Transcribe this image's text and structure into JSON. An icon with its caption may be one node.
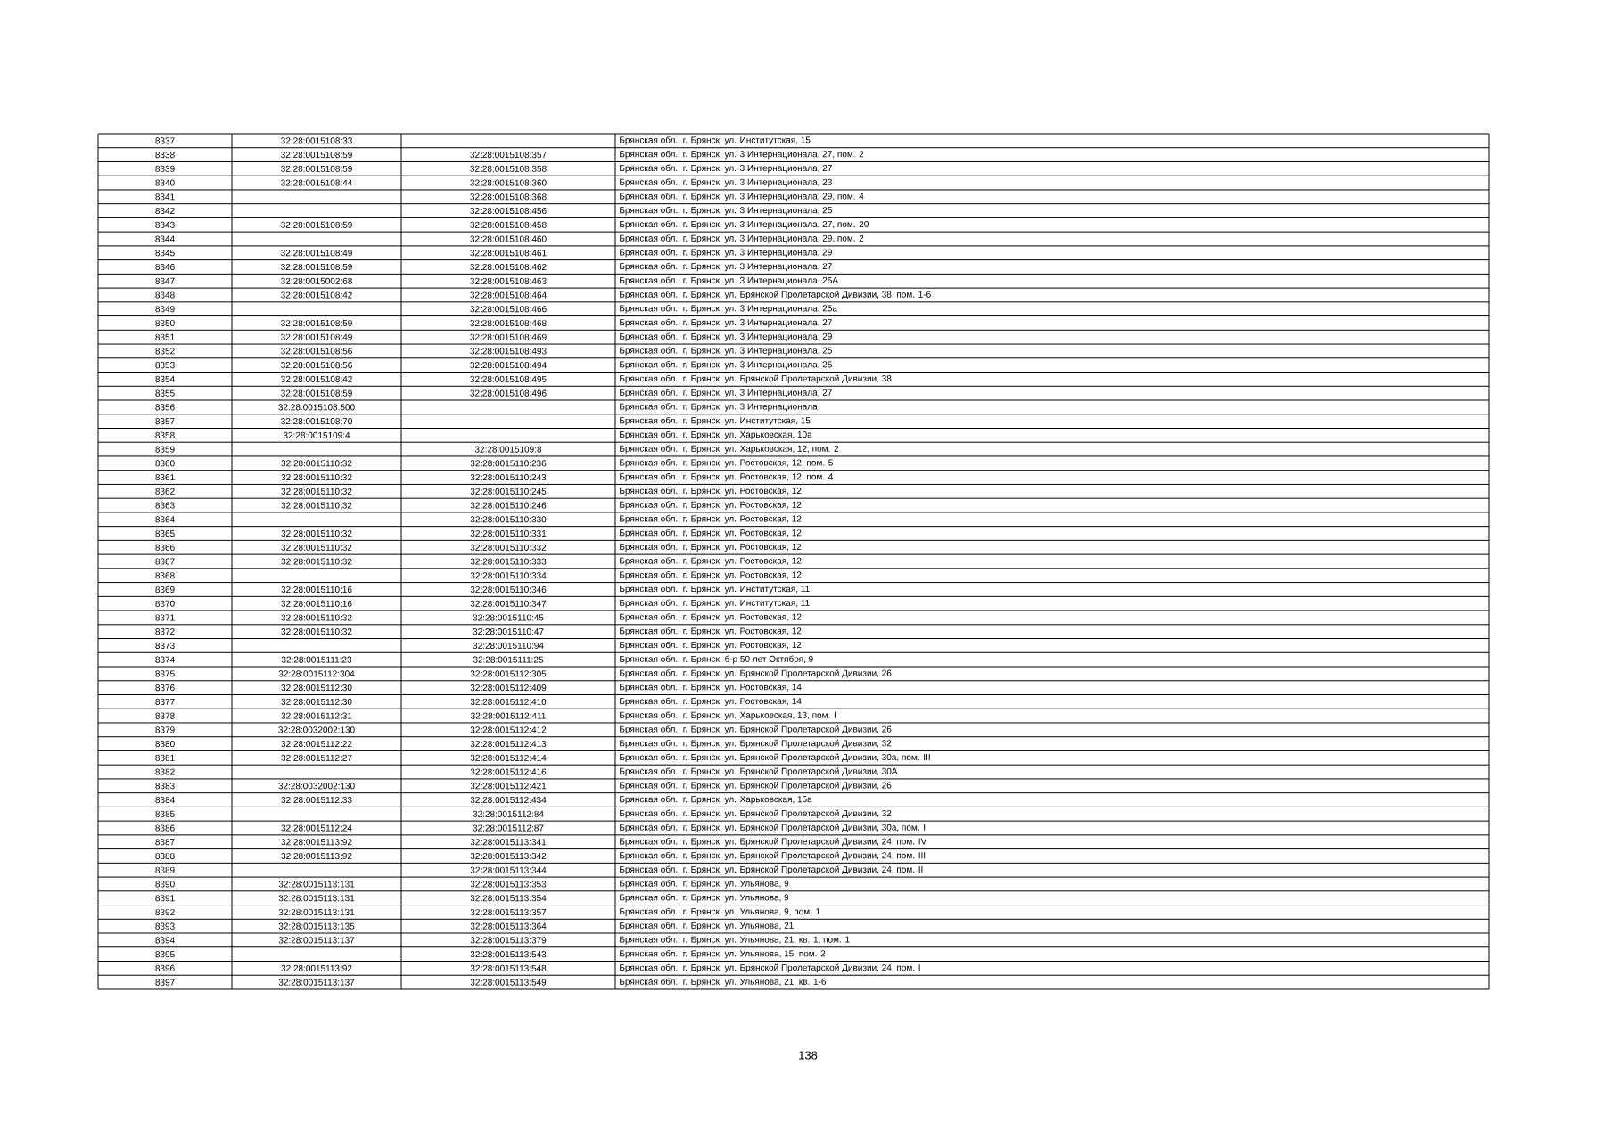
{
  "diagram": {
    "labels": [
      "8337",
      "32:28:0015108:33",
      "Брянская обл., г. Брянск, ул. Институтская, 15",
      "8338",
      "32:28:0015108:59",
      "32:28:0015108:357",
      "Брянская обл., г. Брянск, ул. 3 Интернационала, 27, пом. 2",
      "8339",
      "32:28:0015108:59",
      "32:28:0015108:358",
      "Брянская обл., г. Брянск, ул. 3 Интернационала, 27",
      "8340",
      "32:28:0015108:44",
      "32:28:0015108:360",
      "Брянская обл., г. Брянск, ул. 3 Интернационала, 23",
      "8341",
      "32:28:0015108:368",
      "Брянская обл., г. Брянск, ул. 3 Интернационала, 29, пом. 4",
      "8342",
      "32:28:0015108:456",
      "Брянская обл., г. Брянск, ул. 3 Интернационала, 25",
      "8343",
      "32:28:0015108:59",
      "32:28:0015108:458",
      "Брянская обл., г. Брянск, ул. 3 Интернационала, 27, пом. 20",
      "8344",
      "32:28:0015108:460",
      "Брянская обл., г. Брянск, ул. 3 Интернационала, 29, пом. 2",
      "8345",
      "32:28:0015108:49",
      "32:28:0015108:461",
      "Брянская обл., г. Брянск, ул. 3 Интернационала, 29",
      "8346",
      "32:28:0015108:59",
      "32:28:0015108:462",
      "Брянская обл., г. Брянск, ул. 3 Интернационала, 27",
      "8347",
      "32:28:0015002:68",
      "32:28:0015108:463",
      "Брянская обл., г. Брянск, ул. 3 Интернационала, 25А",
      "8348",
      "32:28:0015108:42",
      "32:28:0015108:464",
      "Брянская обл., г. Брянск, ул. Брянской Пролетарской Дивизии, 38, пом. 1-6",
      "8349",
      "32:28:0015108:466",
      "Брянская обл., г. Брянск, ул. 3 Интернационала, 25а",
      "8350",
      "32:28:0015108:59",
      "32:28:0015108:468",
      "Брянская обл., г. Брянск, ул. 3 Интернационала, 27",
      "8351",
      "32:28:0015108:49",
      "32:28:0015108:469",
      "Брянская обл., г. Брянск, ул. 3 Интернационала, 29",
      "8352",
      "32:28:0015108:56",
      "32:28:0015108:493",
      "Брянская обл., г. Брянск, ул. 3 Интернационала, 25",
      "8353",
      "32:28:0015108:56",
      "32:28:0015108:494",
      "Брянская обл., г. Брянск, ул. 3 Интернационала, 25",
      "8354",
      "32:28:0015108:42",
      "32:28:0015108:495",
      "Брянская обл., г. Брянск, ул. Брянской Пролетарской Дивизии, 38",
      "8355",
      "32:28:0015108:59",
      "32:28:0015108:496",
      "Брянская обл., г. Брянск, ул. 3 Интернационала, 27",
      "8356",
      "32:28:0015108:500",
      "Брянская обл., г. Брянск, ул. 3 Интернационала",
      "8357",
      "32:28:0015108:70",
      "Брянская обл., г. Брянск, ул. Институтская, 15",
      "8358",
      "32:28:0015109:4",
      "Брянская обл., г. Брянск, ул. Харьковская, 10а",
      "8359",
      "32:28:0015109:8",
      "Брянская обл., г. Брянск, ул. Харьковская, 12, пом. 2",
      "8360",
      "32:28:0015110:32",
      "32:28:0015110:236",
      "Брянская обл., г. Брянск, ул. Ростовская, 12, пом. 5",
      "8361",
      "32:28:0015110:32",
      "32:28:0015110:243",
      "Брянская обл., г. Брянск, ул. Ростовская, 12, пом. 4",
      "8362",
      "32:28:0015110:32",
      "32:28:0015110:245",
      "Брянская обл., г. Брянск, ул. Ростовская, 12",
      "8363",
      "32:28:0015110:32",
      "32:28:0015110:246",
      "Брянская обл., г. Брянск, ул. Ростовская, 12",
      "8364",
      "32:28:0015110:330",
      "Брянская обл., г. Брянск, ул. Ростовская, 12",
      "8365",
      "32:28:0015110:32",
      "32:28:0015110:331",
      "Брянская обл., г. Брянск, ул. Ростовская, 12",
      "8366",
      "32:28:0015110:32",
      "32:28:0015110:332",
      "Брянская обл., г. Брянск, ул. Ростовская, 12",
      "8367",
      "32:28:0015110:32",
      "32:28:0015110:333",
      "Брянская обл., г. Брянск, ул. Ростовская, 12",
      "8368",
      "32:28:0015110:334",
      "Брянская обл., г. Брянск, ул. Ростовская, 12",
      "8369",
      "32:28:0015110:16",
      "32:28:0015110:346",
      "Брянская обл., г. Брянск, ул. Институтская, 11",
      "8370",
      "32:28:0015110:16",
      "32:28:0015110:347",
      "Брянская обл., г. Брянск, ул. Институтская, 11",
      "8371",
      "32:28:0015110:32",
      "32:28:0015110:45",
      "Брянская обл., г. Брянск, ул. Ростовская, 12",
      "8372",
      "32:28:0015110:32",
      "32:28:0015110:47",
      "Брянская обл., г. Брянск, ул. Ростовская, 12",
      "8373",
      "32:28:0015110:94",
      "Брянская обл., г. Брянск, ул. Ростовская, 12",
      "8374",
      "32:28:0015111:23",
      "32:28:0015111:25",
      "Брянская обл., г. Брянск, б-р 50 лет Октября, 9",
      "8375",
      "32:28:0015112:304",
      "32:28:0015112:305",
      "Брянская обл., г. Брянск, ул. Брянской Пролетарской Дивизии, 26",
      "8376",
      "32:28:0015112:30",
      "32:28:0015112:409",
      "Брянская обл., г. Брянск, ул. Ростовская, 14",
      "8377",
      "32:28:0015112:30",
      "32:28:0015112:410",
      "Брянская обл., г. Брянск, ул. Ростовская, 14",
      "8378",
      "32:28:0015112:31",
      "32:28:0015112:411",
      "Брянская обл., г. Брянск, ул. Харьковская, 13, пом. I",
      "8379",
      "32:28:0032002:130",
      "32:28:0015112:412",
      "Брянская обл., г. Брянск, ул. Брянской Пролетарской Дивизии, 26",
      "8380",
      "32:28:0015112:22",
      "32:28:0015112:413",
      "Брянская обл., г. Брянск, ул. Брянской Пролетарской Дивизии, 32",
      "8381",
      "32:28:0015112:27",
      "32:28:0015112:414",
      "Брянская обл., г. Брянск, ул. Брянской Пролетарской Дивизии, 30а, пом. III",
      "8382",
      "32:28:0015112:416",
      "Брянская обл., г. Брянск, ул. Брянской Пролетарской Дивизии, 30А",
      "8383",
      "32:28:0032002:130",
      "32:28:0015112:421",
      "Брянская обл., г. Брянск, ул. Брянской Пролетарской Дивизии, 26",
      "8384",
      "32:28:0015112:33",
      "32:28:0015112:434",
      "Брянская обл., г. Брянск, ул. Харьковская, 15а",
      "8385",
      "32:28:0015112:84",
      "Брянская обл., г. Брянск, ул. Брянской Пролетарской Дивизии, 32",
      "8386",
      "32:28:0015112:24",
      "32:28:0015112:87",
      "Брянская обл., г. Брянск, ул. Брянской Пролетарской Дивизии, 30а, пом. I",
      "8387",
      "32:28:0015113:92",
      "32:28:0015113:341",
      "Брянская обл., г. Брянск, ул. Брянской Пролетарской Дивизии, 24, пом. IV",
      "8388",
      "32:28:0015113:92",
      "32:28:0015113:342",
      "Брянская обл., г. Брянск, ул. Брянской Пролетарской Дивизии, 24, пом. III",
      "8389",
      "32:28:0015113:344",
      "Брянская обл., г. Брянск, ул. Брянской Пролетарской Дивизии, 24, пом. II",
      "8390",
      "32:28:0015113:131",
      "32:28:0015113:353",
      "Брянская обл., г. Брянск, ул. Ульянова, 9",
      "8391",
      "32:28:0015113:131",
      "32:28:0015113:354",
      "Брянская обл., г. Брянск, ул. Ульянова, 9",
      "8392",
      "32:28:0015113:131",
      "32:28:0015113:357",
      "Брянская обл., г. Брянск, ул. Ульянова, 9, пом. 1",
      "8393",
      "32:28:0015113:135",
      "32:28:0015113:364",
      "Брянская обл., г. Брянск, ул. Ульянова, 21",
      "8394",
      "32:28:0015113:137",
      "32:28:0015113:379",
      "Брянская обл., г. Брянск, ул. Ульянова, 21, кв. 1, пом. 1",
      "8395",
      "32:28:0015113:543",
      "Брянская обл., г. Брянск, ул. Ульянова, 15, пом. 2",
      "8396",
      "32:28:0015113:92",
      "32:28:0015113:548",
      "Брянская обл., г. Брянск, ул. Брянской Пролетарской Дивизии, 24, пом. I",
      "8397",
      "32:28:0015113:137",
      "32:28:0015113:549",
      "Брянская обл., г. Брянск, ул. Ульянова, 21, кв. 1-6",
      "138"
    ]
  }
}
